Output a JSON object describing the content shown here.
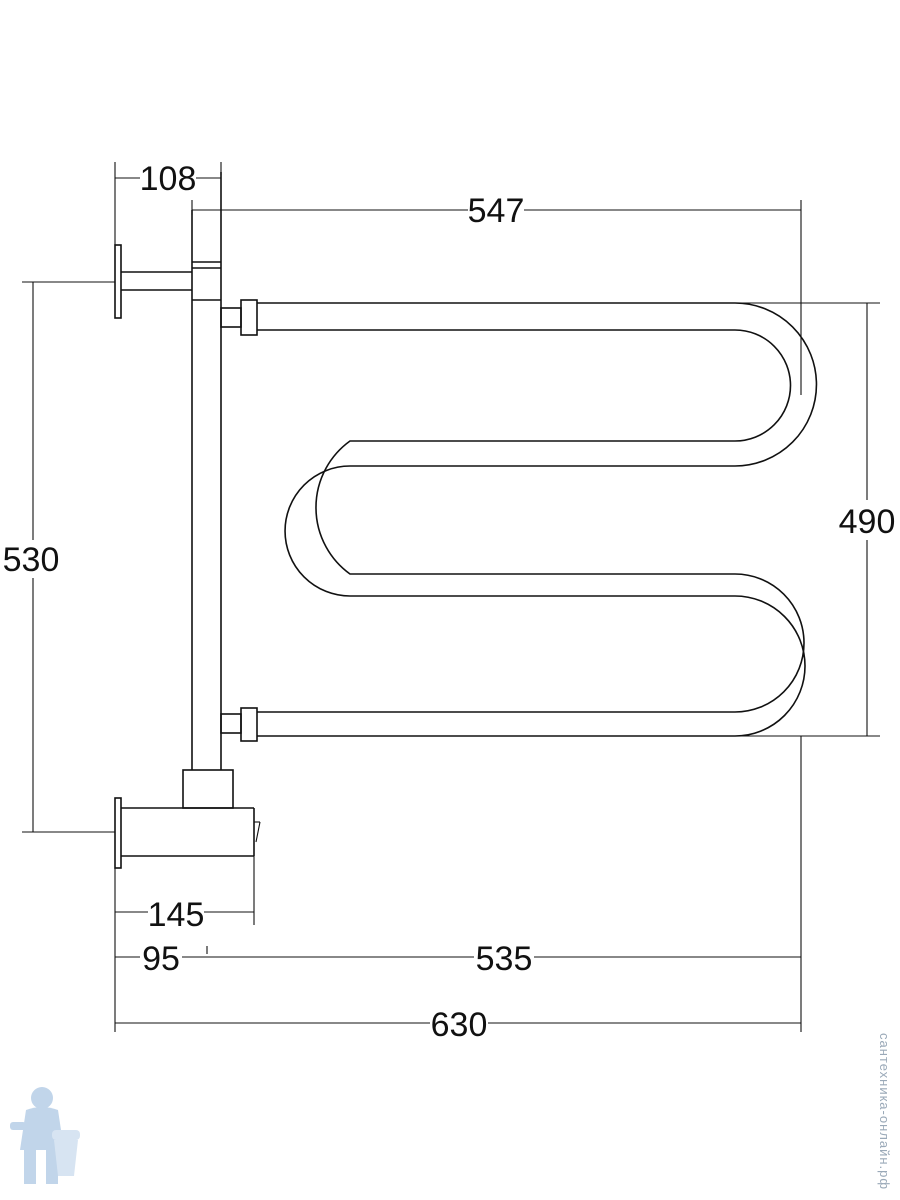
{
  "dimensions": {
    "d108": "108",
    "d547": "547",
    "d530": "530",
    "d490": "490",
    "d145": "145",
    "d95": "95",
    "d535": "535",
    "d630": "630"
  },
  "watermark": {
    "site": "сантехникa-онлайн.рф"
  },
  "colors": {
    "line": "#111111",
    "watermark": "#9aa9b8"
  }
}
